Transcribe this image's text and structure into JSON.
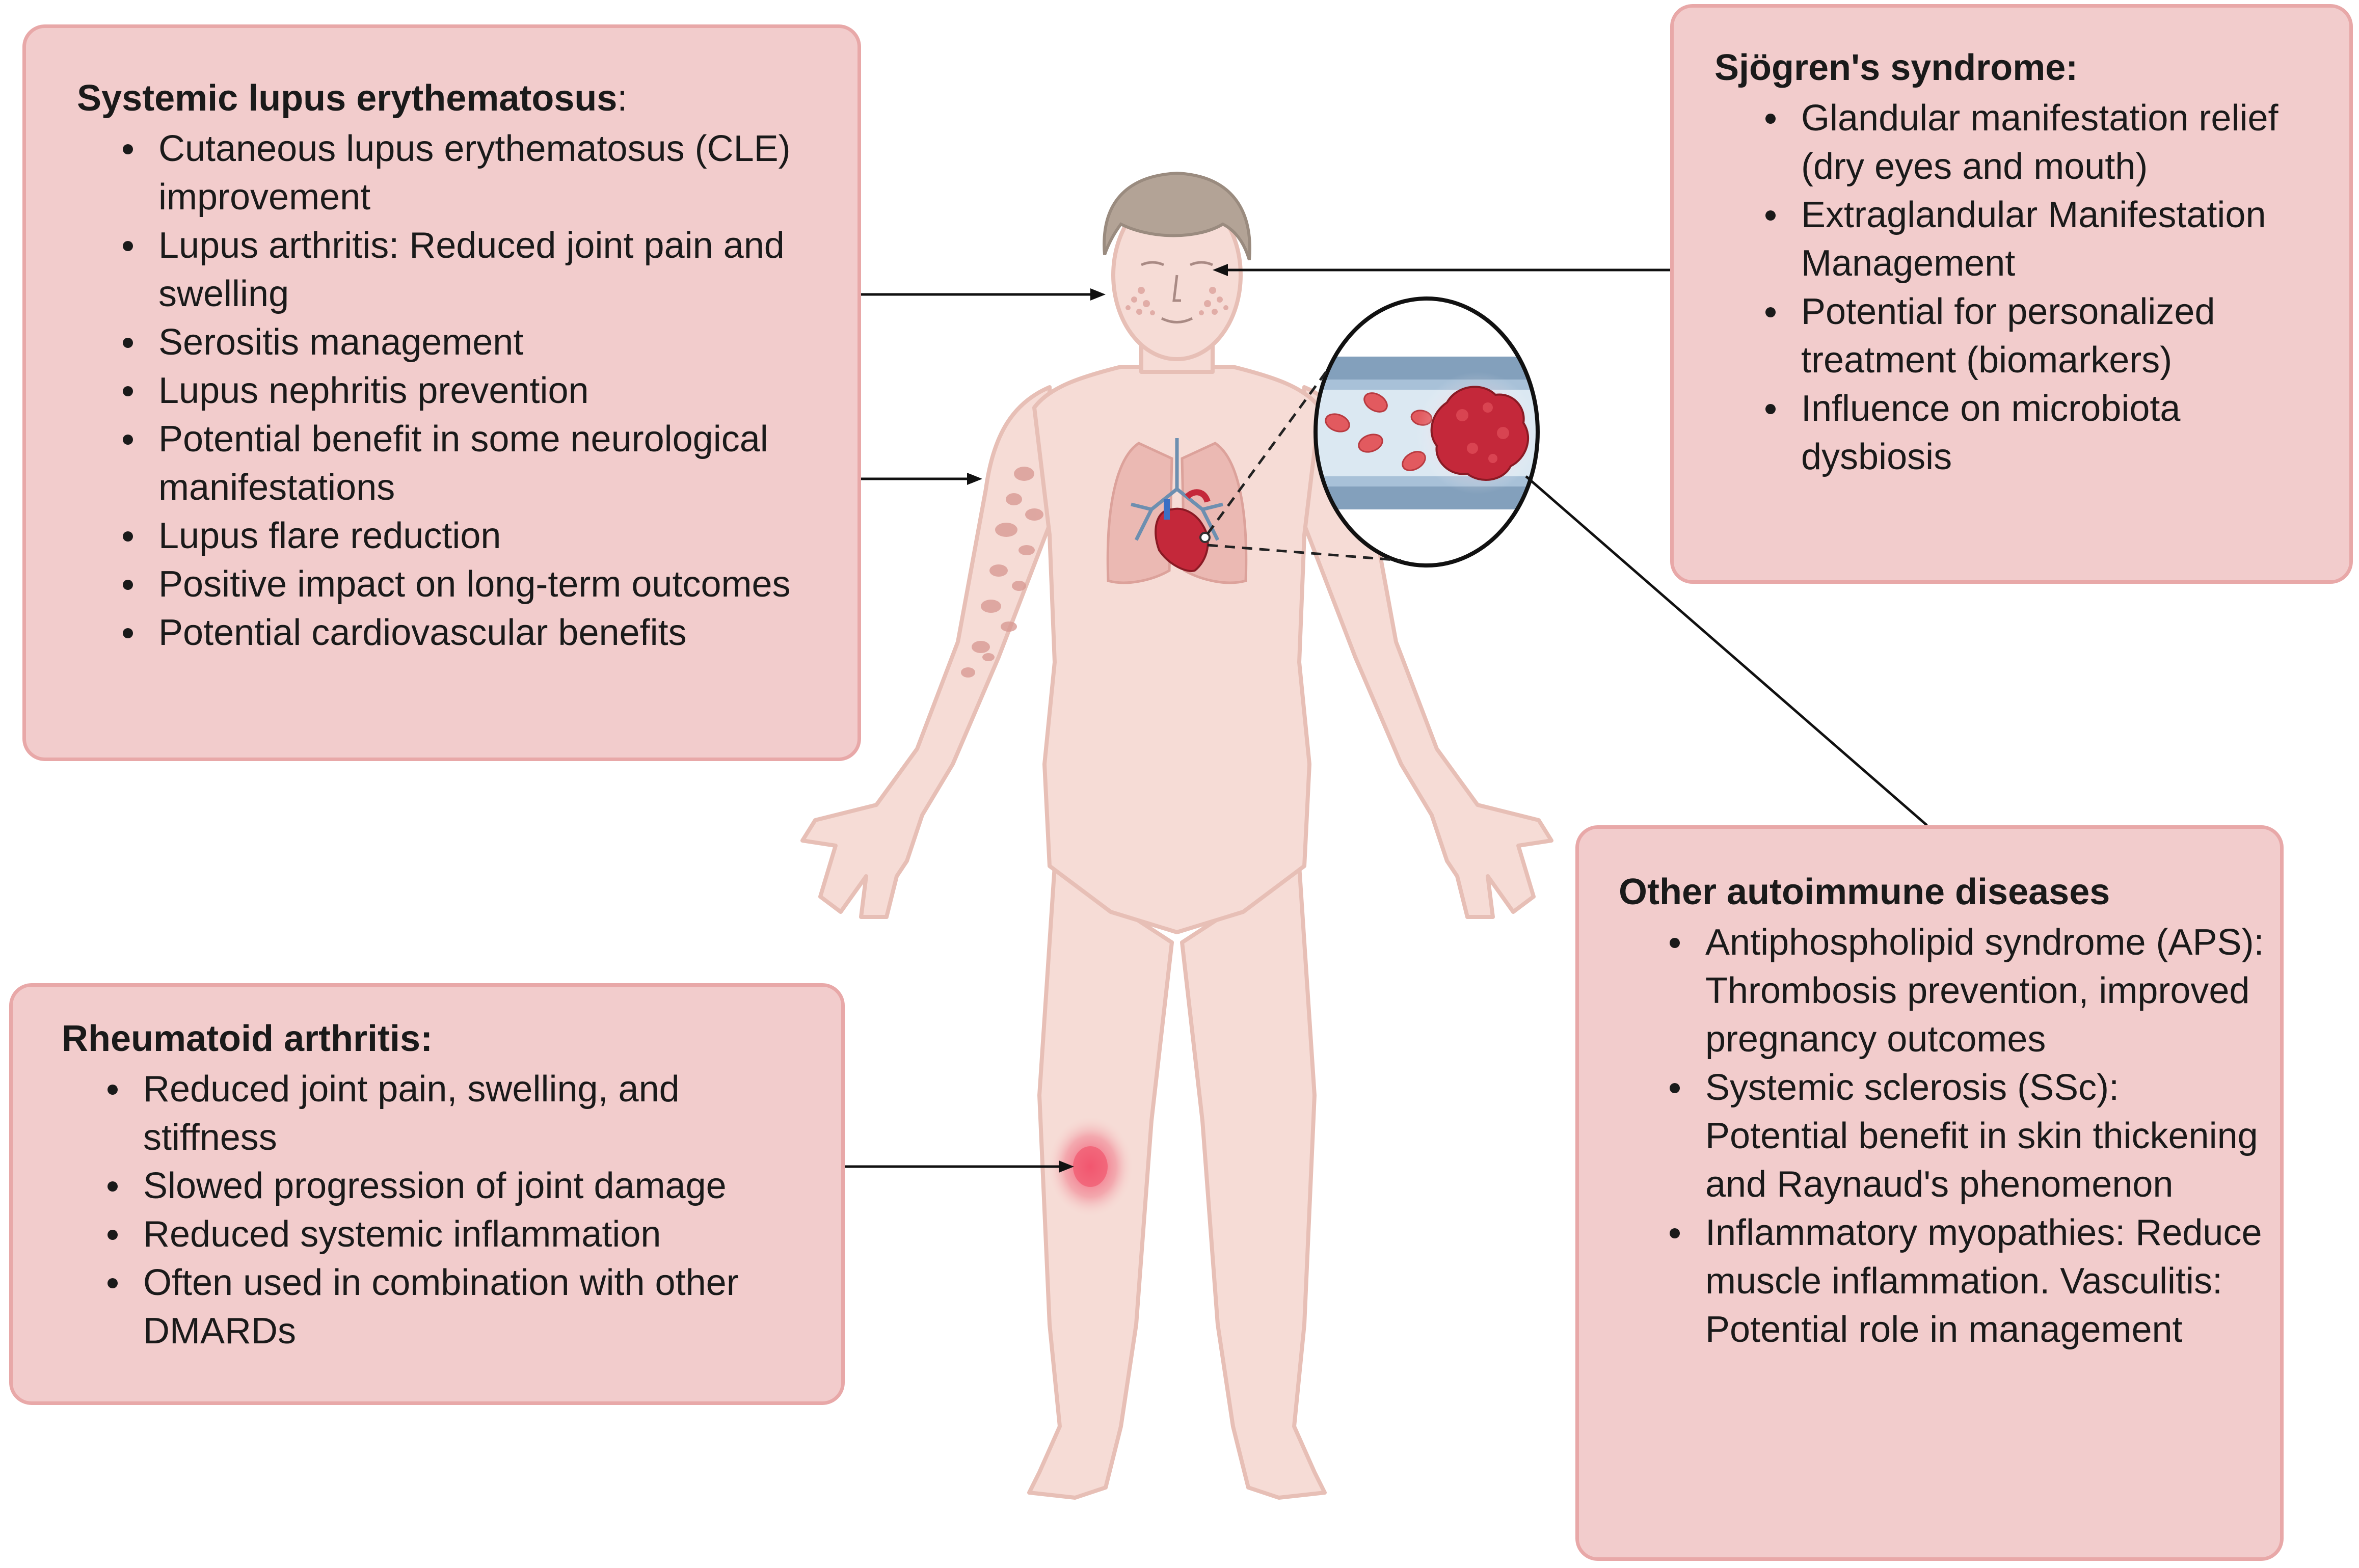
{
  "sle": {
    "title": "Systemic lupus erythematosus",
    "title_suffix": ":",
    "items": [
      "Cutaneous lupus erythematosus (CLE) improvement",
      "Lupus arthritis: Reduced joint pain and swelling",
      "Serositis management",
      "Lupus nephritis prevention",
      "Potential benefit in some neurological manifestations",
      "Lupus flare reduction",
      "Positive impact on long-term outcomes",
      "Potential cardiovascular benefits"
    ]
  },
  "sjogren": {
    "title": "Sjögren's syndrome:",
    "items": [
      "Glandular manifestation relief (dry eyes and mouth)",
      "Extraglandular Manifestation Management",
      "Potential for personalized treatment (biomarkers)",
      "Influence on microbiota dysbiosis"
    ]
  },
  "ra": {
    "title": "Rheumatoid arthritis:",
    "items": [
      "Reduced joint pain, swelling, and stiffness",
      "Slowed progression of joint damage",
      "Reduced systemic inflammation",
      "Often used in combination with other DMARDs"
    ]
  },
  "other": {
    "title": "Other autoimmune diseases",
    "items": [
      "Antiphospholipid syndrome (APS): Thrombosis prevention, improved pregnancy outcomes",
      "Systemic sclerosis (SSc): Potential benefit in skin thickening and Raynaud's phenomenon",
      "Inflammatory myopathies: Reduce muscle inflammation. Vasculitis: Potential role in management"
    ]
  },
  "colors": {
    "box_fill": "#f2cccc",
    "box_border": "#e8a8a8",
    "skin": "#f6dcd6",
    "skin_outline": "#e7bfb6",
    "hair": "#b3a396",
    "lesion": "#d99a94",
    "vessel": "#6d8fb0",
    "clot": "#c4283a",
    "rbc": "#e25a5f"
  }
}
